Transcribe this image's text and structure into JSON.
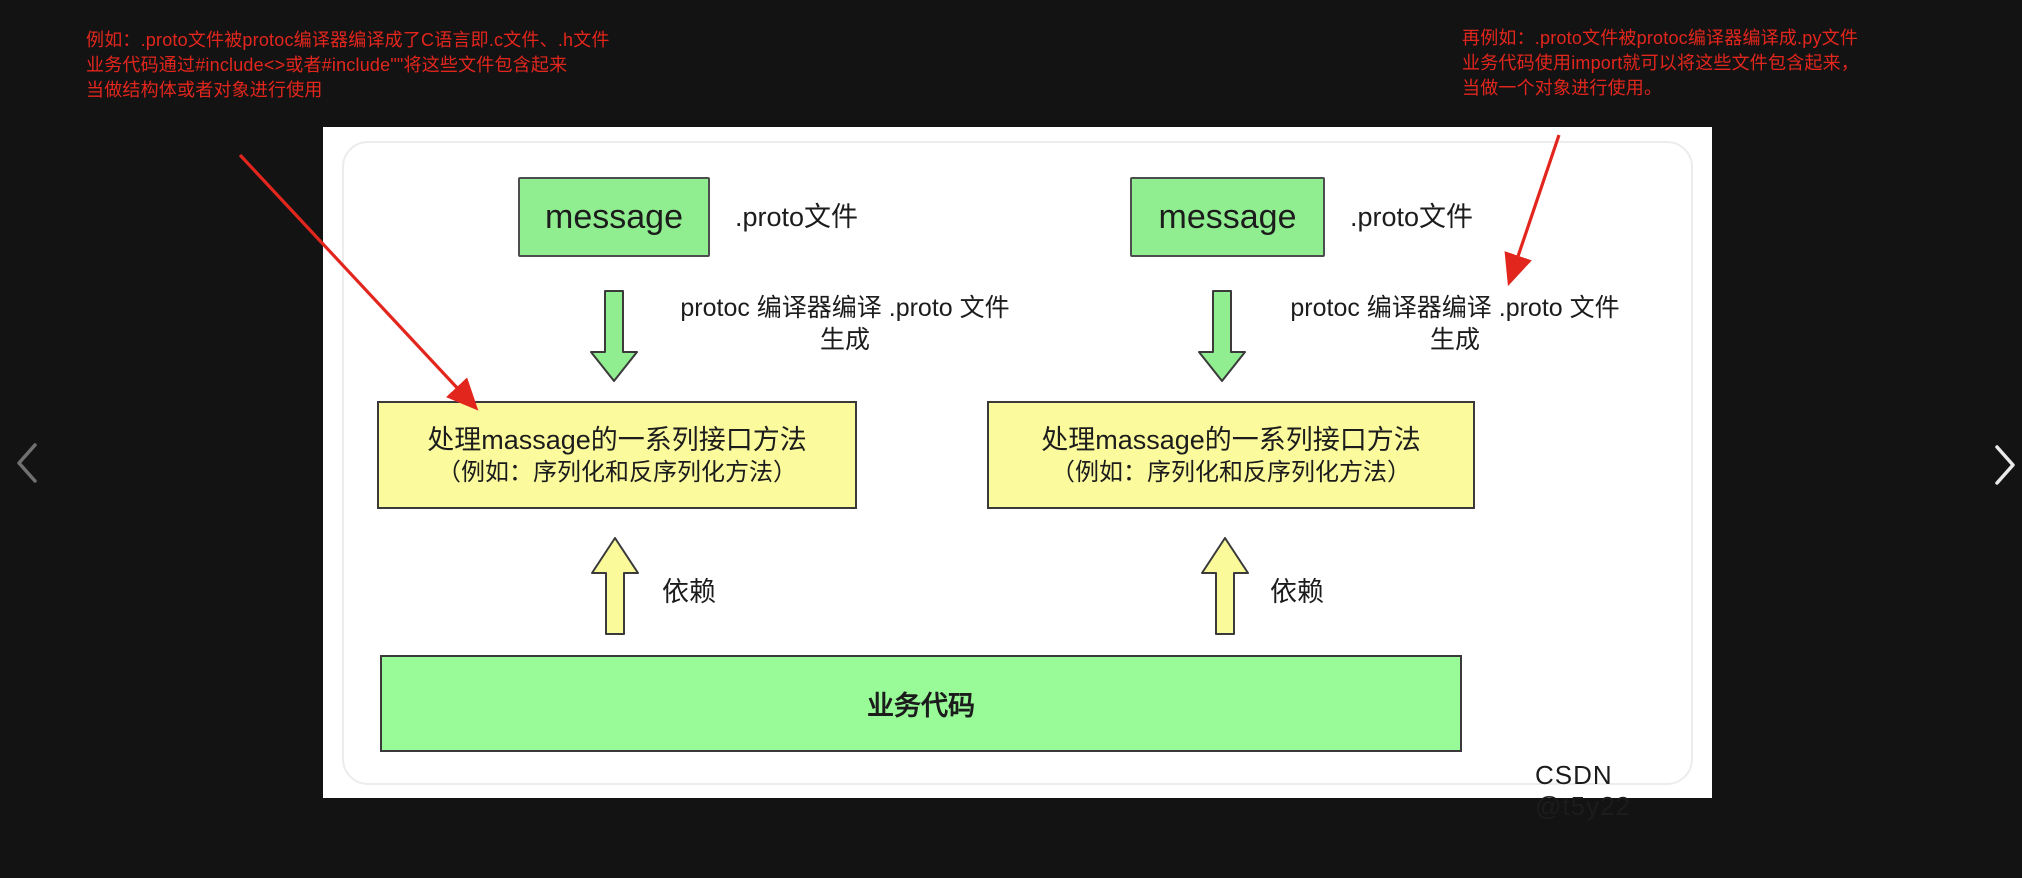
{
  "annotations": {
    "color": "#e2261d",
    "left": {
      "lines": [
        "例如：.proto文件被protoc编译器编译成了C语言即.c文件、.h文件",
        "业务代码通过#include<>或者#include\"\"将这些文件包含起来",
        "当做结构体或者对象进行使用"
      ]
    },
    "right": {
      "lines": [
        "再例如：.proto文件被protoc编译器编译成.py文件",
        "业务代码使用import就可以将这些文件包含起来，",
        "当做一个对象进行使用。"
      ]
    }
  },
  "diagram": {
    "columns": [
      {
        "message": "message",
        "proto_file": ".proto文件",
        "compile_line1": "protoc 编译器编译 .proto 文件",
        "compile_line2": "生成",
        "interface_line1": "处理massage的一系列接口方法",
        "interface_line2": "（例如：序列化和反序列化方法）",
        "depends": "依赖"
      },
      {
        "message": "message",
        "proto_file": ".proto文件",
        "compile_line1": "protoc 编译器编译 .proto 文件",
        "compile_line2": "生成",
        "interface_line1": "处理massage的一系列接口方法",
        "interface_line2": "（例如：序列化和反序列化方法）",
        "depends": "依赖"
      }
    ],
    "business_code": "业务代码",
    "watermark": "CSDN @t5y22",
    "colors": {
      "message_box_green": "#90ee90",
      "interface_box_yellow": "#fbfa9d",
      "business_bar_green": "#98fb98",
      "down_arrow_green": "#90ee90",
      "up_arrow_yellow": "#fafa9b",
      "annotation_red": "#e2261d",
      "card_white": "#ffffff",
      "background_dark": "#131313"
    }
  }
}
